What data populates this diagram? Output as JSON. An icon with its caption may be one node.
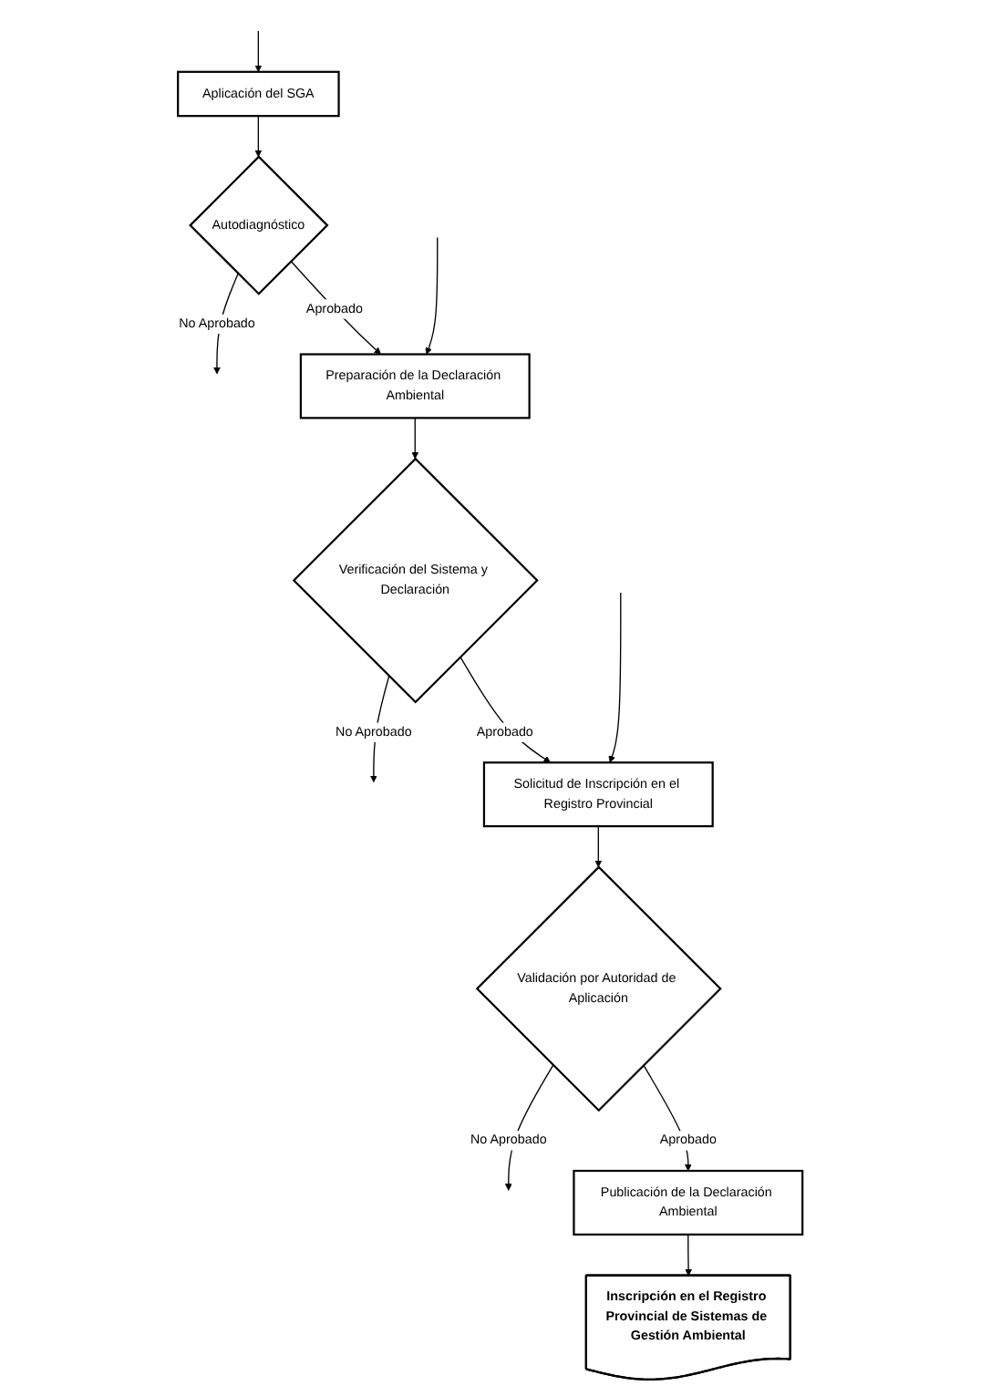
{
  "diagram": {
    "nodes": [
      {
        "text": [
          "Aplicación del SGA"
        ]
      },
      {
        "text": [
          "Autodiagnóstico"
        ]
      },
      {
        "text": [
          "Preparación de la Declaración Ambiental"
        ]
      },
      {
        "text": [
          "Verificación del Sistema y Declaración"
        ]
      },
      {
        "text": [
          "Solicitud de Inscripción en el Registro Provincial"
        ]
      },
      {
        "text": [
          "Validación por Autoridad de Aplicación"
        ]
      },
      {
        "text": [
          "Publicación de la Declaración Ambiental"
        ]
      },
      {
        "text": [
          "Inscripción en el Registro Provincial de Sistemas de Gestión Ambiental"
        ]
      }
    ],
    "edges": [
      {
        "from": null,
        "to": 0,
        "arrow": "to"
      },
      {
        "from": 0,
        "to": 1,
        "arrow": "to"
      },
      {
        "from": 1,
        "to": null,
        "arrow": "to",
        "label": "No Aprobado"
      },
      {
        "from": 1,
        "to": 2,
        "arrow": "to",
        "label": "Aprobado"
      },
      {
        "from": null,
        "to": 2,
        "arrow": "to"
      },
      {
        "from": 2,
        "to": 3,
        "arrow": "to"
      },
      {
        "from": 3,
        "to": null,
        "arrow": "to",
        "label": "No Aprobado"
      },
      {
        "from": 3,
        "to": 4,
        "arrow": "to",
        "label": "Aprobado"
      },
      {
        "from": null,
        "to": 4,
        "arrow": "to"
      },
      {
        "from": 4,
        "to": 5,
        "arrow": "to"
      },
      {
        "from": 5,
        "to": null,
        "arrow": "to",
        "label": "No Aprobado"
      },
      {
        "from": 5,
        "to": 6,
        "arrow": "to",
        "label": "Aprobado"
      },
      {
        "from": 6,
        "to": 7,
        "arrow": "to"
      }
    ]
  }
}
